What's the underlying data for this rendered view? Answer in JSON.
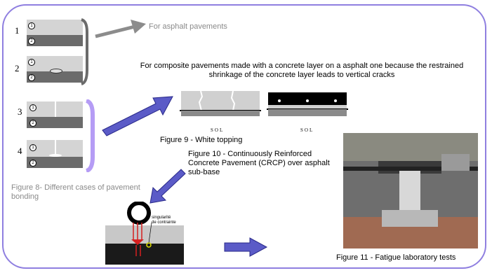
{
  "arrow_text": "For asphalt pavements",
  "composite_text": "For composite pavements made with a concrete layer on a asphalt one because the restrained shrinkage of the concrete layer leads to vertical cracks",
  "numbers": [
    "1",
    "2",
    "3",
    "4"
  ],
  "layer_marks": [
    "1",
    "2"
  ],
  "fig8": "Figure 8- Different cases of pavement bonding",
  "fig9": "Figure 9 - White topping",
  "fig10": "Figure 10 - Continuously Reinforced Concrete Pavement (CRCP) over asphalt sub-base",
  "fig11": "Figure 11 - Fatigue laboratory tests",
  "sol_label": "SOL",
  "sing_label_1": "singularité",
  "sing_label_2": "de contrainte",
  "colors": {
    "frame": "#8f7fe0",
    "bracket": "#b59cf5",
    "arrow_blue": "#5b5bc7",
    "gray_arrow": "#8c8c8c",
    "red": "#d62020"
  }
}
